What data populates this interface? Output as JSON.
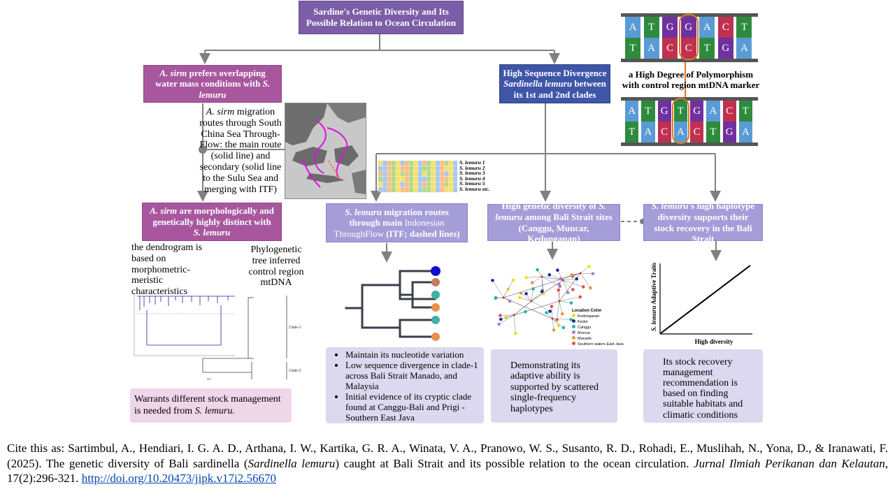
{
  "title": "Sardine's Genetic Diversity and Its Possible Relation to Ocean Circulation",
  "asirm_overlap": {
    "sp": "A. sirm",
    "text": " prefers overlapping water mass conditions with ",
    "sp2": "S. lemuru"
  },
  "high_divergence": {
    "line1": "High Sequence Divergence",
    "sp": "Sardinella lemuru",
    "line2": " between its 1st and 2nd clades"
  },
  "polymorphism": "a High Degree of Polymorphism with control region mtDNA marker",
  "dna_top": {
    "top": [
      "A",
      "T",
      "G",
      "G",
      "A",
      "C",
      "T"
    ],
    "bottom": [
      "T",
      "A",
      "C",
      "C",
      "T",
      "G",
      "A"
    ]
  },
  "dna_bottom": {
    "top": [
      "A",
      "T",
      "G",
      "T",
      "G",
      "A",
      "C",
      "T"
    ],
    "bottom": [
      "T",
      "A",
      "C",
      "A",
      "C",
      "T",
      "G",
      "A"
    ]
  },
  "migration_text": {
    "sp": "A. sirm",
    "text": " migration routes through South China Sea Through-Flow: the main route (solid line) and secondary (solid line to the Sulu Sea and merging with ITF)"
  },
  "alignment_labels": [
    "S. lemuru 1",
    "S. lemuru 2",
    "S. lemuru 3",
    "S. lemuru 4",
    "S. lemuru 5",
    "S. lemuru etc."
  ],
  "morph_distinct": {
    "sp": "A. sirm",
    "text": " are morphologically and genetically highly distinct with ",
    "sp2": "S. lemuru"
  },
  "dendrogram_note": "the dendrogram is based on morphometric-meristic characteristics",
  "phylo_note": "Phylogenetic tree inferred control region mtDNA",
  "clade_labels": [
    "Clade-1",
    "Clade-2"
  ],
  "warrants": {
    "text": "Warrants different stock management is needed from ",
    "sp": "S. lemuru."
  },
  "itf_box": {
    "sp": "S. lemuru",
    "text1": " migration routes through main ",
    "text2": "Indonesian ThroughFlow",
    "text3": " (ITF; dashed lines)"
  },
  "genetic_div": {
    "text1": "High genetic diversity of ",
    "sp": "S. lemuru",
    "text2": " among Bali Strait sites (Canggu, Muncar,  Kedonganan)"
  },
  "haplotype_box": {
    "sp": "S. lemuru",
    "text": "'s high haplotype diversity supports their stock recovery in the Bali Strait"
  },
  "bullets": [
    "Maintain its nucleotide variation",
    "Low sequence divergence in clade-1 across Bali Strait Manado, and Malaysia",
    "Initial evidence of its cryptic clade found at Canggu-Bali and Prigi -Southern East Java"
  ],
  "adaptive_note": "Demonstrating its adaptive ability is supported by scattered single-frequency haplotypes",
  "legend": {
    "title": "Location Color",
    "items": [
      "Kedonganan",
      "Kedot",
      "Canggu",
      "Muncar",
      "Manado",
      "Southern waters East Java"
    ],
    "colors": [
      "#e8e020",
      "#1a2a9a",
      "#1cb5b0",
      "#b07ad0",
      "#e89a3a",
      "#e05050"
    ]
  },
  "trait_chart": {
    "ylabel_sp": "S. lemuru",
    "ylabel": " Adaptive Traits",
    "xlabel": "High diversity"
  },
  "stock_note": "Its stock recovery management recommendation is based on finding suitable habitats and climatic conditions",
  "tree_tip_colors": [
    "#1010d0",
    "#c87b64",
    "#3db3a6",
    "#e8914a",
    "#3db3a6",
    "#3db3a6",
    "#e8914a"
  ],
  "colors": {
    "A": "#5a9bd5",
    "T": "#2e8b3e",
    "G": "#7030a0",
    "C": "#c0314f",
    "highlight": "#e07b20"
  },
  "citation": {
    "pre": "Cite this as: Sartimbul, A., Hendiari, I. G. A. D., Arthana, I. W., Kartika, G. R. A., Winata, V. A., Pranowo, W. S., Susanto, R. D., Rohadi, E., Muslihah, N., Yona, D., & Iranawati, F. (2025). The genetic diversity of Bali sardinella (",
    "sp": "Sardinella lemuru",
    "mid": ") caught at Bali Strait and its possible relation to the ocean circulation. ",
    "journal": "Jurnal Ilmiah Perikanan dan Kelautan",
    "post": ", 17(2):296-321. ",
    "link": "http://doi.org/10.20473/jipk.v17i2.56670"
  }
}
